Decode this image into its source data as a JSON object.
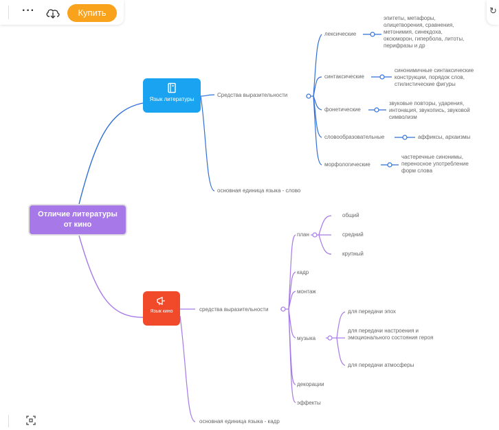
{
  "toolbar": {
    "more_label": "···",
    "buy_label": "Купить"
  },
  "colors": {
    "root": "#a678e8",
    "literature": "#1aa3f0",
    "cinema": "#f04a2a",
    "buy": "#f9a21b",
    "blue_line": "#2f6fd6",
    "purple_line": "#a678e8"
  },
  "icons": {
    "download": "download-icon",
    "fit": "fit-screen-icon",
    "book": "book-icon",
    "megaphone": "megaphone-icon"
  },
  "mindmap": {
    "root": "Отличие литературы от кино",
    "literature": {
      "title": "Язык литературы",
      "means": "Средства выразительности",
      "unit": "основная единица языка - слово",
      "groups": [
        {
          "name": "лексические",
          "detail": "эпитеты, метафоры, олицетворения, сравнения, метонимия, синекдоха, оксюморон, гипербола, литоты, перифразы и др"
        },
        {
          "name": "синтаксические",
          "detail": "синонимичные синтаксические конструкции, порядок слов, стилистические фигуры"
        },
        {
          "name": "фонетические",
          "detail": "звуковые повторы, ударения, интонация, звукопись, звуковой символизм"
        },
        {
          "name": "словообразовательные",
          "detail": "аффиксы, архаизмы"
        },
        {
          "name": "морфологические",
          "detail": "частеречные синонимы, переносное употребление форм слова"
        }
      ]
    },
    "cinema": {
      "title": "Язык кино",
      "means": "средства выразительности",
      "unit": "основная единица языка - кадр",
      "plan": {
        "name": "план",
        "items": [
          "общий",
          "средний",
          "крупный"
        ]
      },
      "frame": "кадр",
      "montage": "монтаж",
      "music": {
        "name": "музыка",
        "items": [
          "для передачи эпох",
          "для передачи настроения и эмоционального состояния героя",
          "для передачи атмосферы"
        ]
      },
      "decorations": "декорации",
      "effects": "эффекты"
    }
  }
}
